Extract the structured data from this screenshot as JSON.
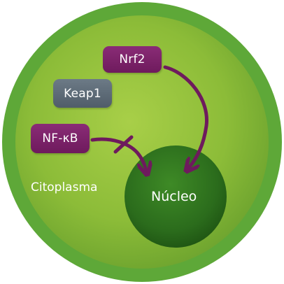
{
  "diagram": {
    "cytoplasm_label": "Citoplasma",
    "nucleus_label": "Núcleo",
    "nodes": {
      "nrf2": "Nrf2",
      "keap1": "Keap1",
      "nfkb": "NF-κB"
    }
  },
  "colors": {
    "cell_outer": "#5ea838",
    "cell_inner": "#8fbe3a",
    "nucleus": "#2a6a1c",
    "arrow": "#6e1a5d",
    "pill_purple": "#7a2268",
    "pill_gray": "#5c6975"
  }
}
